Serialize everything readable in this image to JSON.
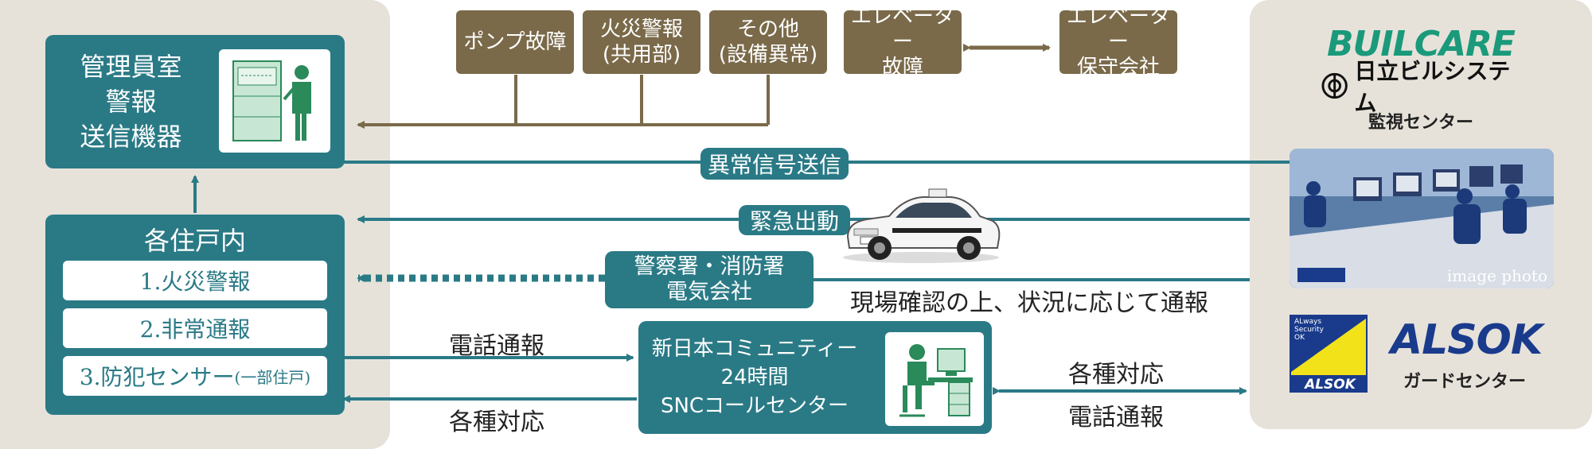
{
  "source_boxes": {
    "pump": "ポンプ故障",
    "fire_common": "火災警報\n(共用部)",
    "other": "その他\n(設備異常)",
    "elevator": "エレベーター\n故障",
    "elevator_company": "エレベーター\n保守会社"
  },
  "admin_room": {
    "lines": [
      "管理員室",
      "警報",
      "送信機器"
    ]
  },
  "units": {
    "title": "各住戸内",
    "items": [
      "1.火災警報",
      "2.非常通報",
      "3.防犯センサー"
    ],
    "item3_note": "(一部住戸)"
  },
  "flows": {
    "abnormal_signal": "異常信号送信",
    "emergency": "緊急出動",
    "authorities": [
      "警察署・消防署",
      "電気会社"
    ],
    "confirm_report": "現場確認の上、状況に応じて通報",
    "phone_report_left": "電話通報",
    "response_left": "各種対応",
    "response_right": "各種対応",
    "phone_report_right": "電話通報"
  },
  "call_center": {
    "lines": [
      "新日本コミュニティー",
      "24時間",
      "SNCコールセンター"
    ]
  },
  "right_panel": {
    "buil_logo": "BUILCARE",
    "hitachi_logo": "日立ビルシステム",
    "monitoring_center": "監視センター",
    "photo_caption": "image photo",
    "badge_lines": [
      "ALways",
      "Security",
      "OK"
    ],
    "badge_brand": "ALSOK",
    "alsok_logo": "ALSOK",
    "guard_center": "ガードセンター"
  },
  "colors": {
    "teal": "#2a7a86",
    "brown": "#7a6a4a",
    "panel": "#e6e2da",
    "alsok_blue": "#1a3b8c",
    "buil_green": "#1a9a7a",
    "badge_yellow": "#f2e21a"
  }
}
